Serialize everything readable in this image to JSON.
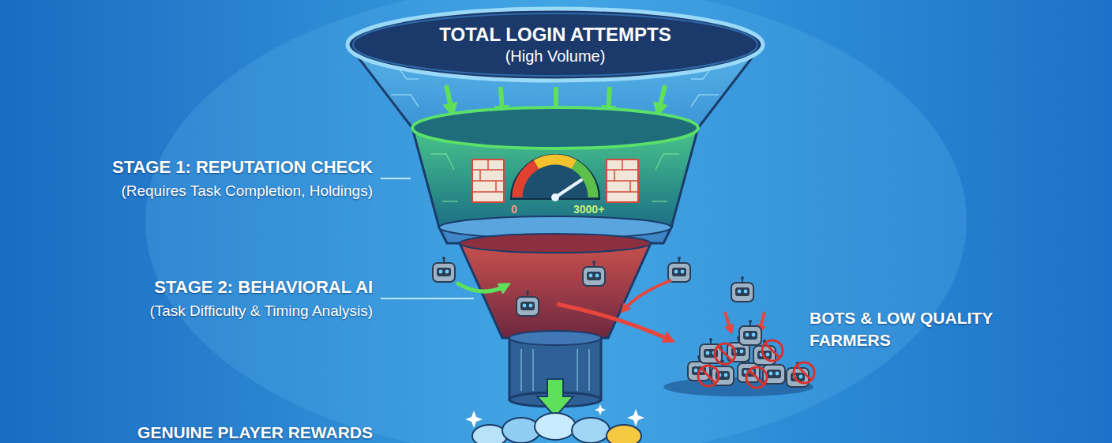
{
  "diagram": {
    "nodes": [
      {
        "text": [
          "TOTAL LOGIN ATTEMPTS",
          "(High Volume)"
        ]
      }
    ],
    "labels": [
      "STAGE 1: REPUTATION CHECK",
      "(Requires Task Completion, Holdings)",
      "0",
      "3000+",
      "STAGE 2: BEHAVIORAL AI",
      "(Task Difficulty & Timing Analysis)",
      "BOTS & LOW QUALITY FARMERS",
      "GENUINE PLAYER REWARDS"
    ]
  }
}
